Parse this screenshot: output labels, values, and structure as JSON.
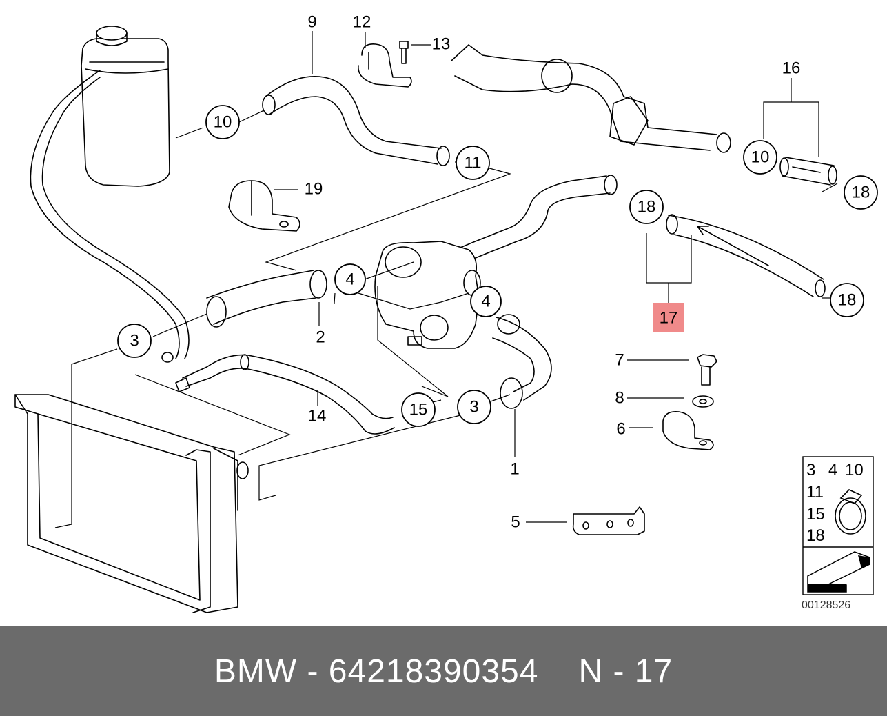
{
  "diagram": {
    "callouts": {
      "c1": "1",
      "c2": "2",
      "c3a": "3",
      "c3b": "3",
      "c4a": "4",
      "c4b": "4",
      "c5": "5",
      "c6": "6",
      "c7": "7",
      "c8": "8",
      "c9": "9",
      "c10a": "10",
      "c10b": "10",
      "c11": "11",
      "c12": "12",
      "c13": "13",
      "c14": "14",
      "c15": "15",
      "c16": "16",
      "c17": "17",
      "c18a": "18",
      "c18b": "18",
      "c18c": "18",
      "c19": "19"
    },
    "highlight_color": "#f08a8a",
    "legend": {
      "row1": [
        "3",
        "4",
        "10"
      ],
      "row2": "11",
      "row3": "15",
      "row4": "18"
    },
    "doc_number": "00128526"
  },
  "footer": {
    "brand": "BMW",
    "separator": "-",
    "part_number": "64218390354",
    "position_text": "N - 17"
  }
}
